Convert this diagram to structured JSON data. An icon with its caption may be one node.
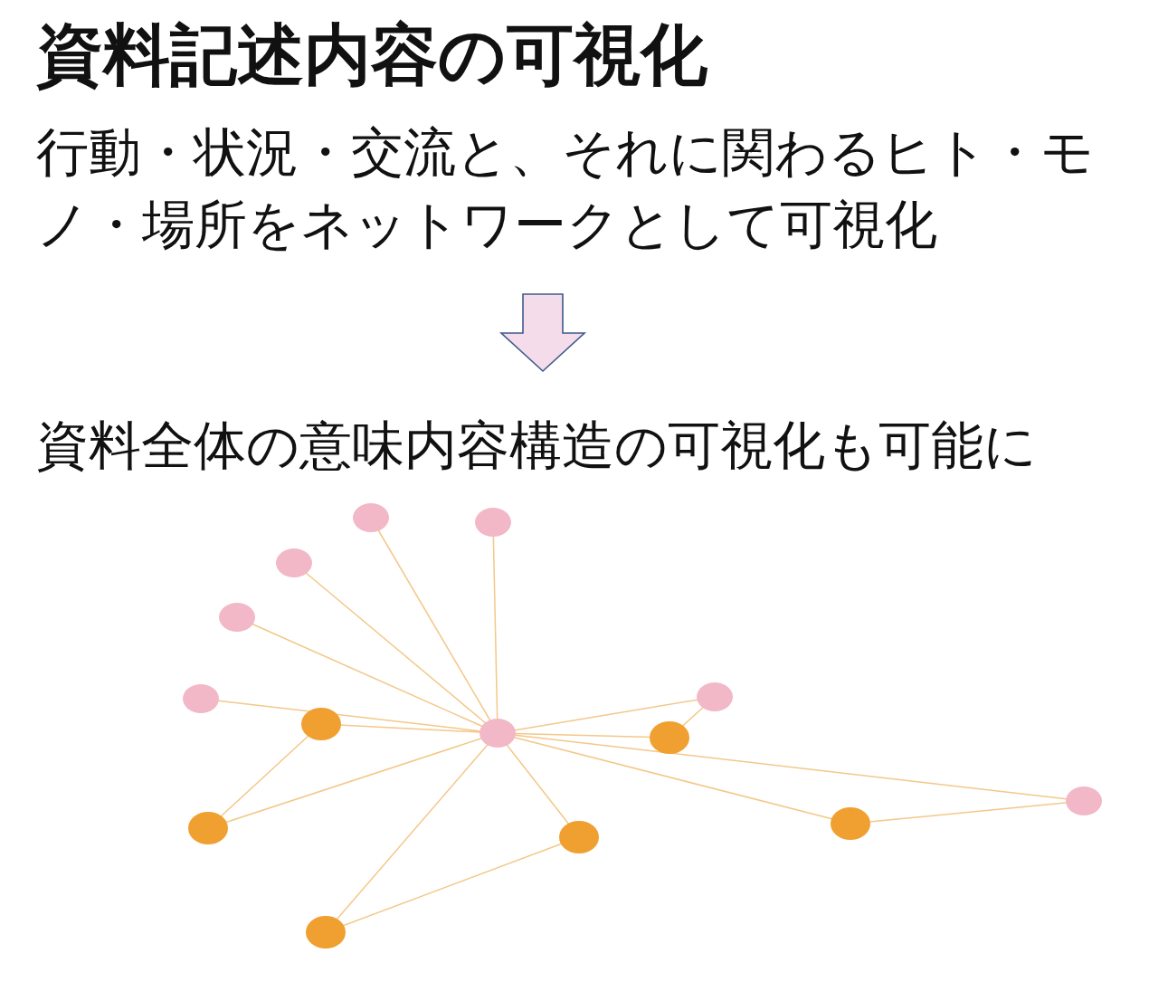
{
  "diagram": {
    "title": "資料記述内容の可視化",
    "nodes": [
      {
        "text": [
          "行動・状況・交流と、それに関わるヒト・モノ・場所をネットワークとして可視化"
        ]
      },
      {
        "text": [
          "資料全体の意味内容構造の可視化も可能に"
        ]
      }
    ],
    "edges": [
      {
        "from": 0,
        "to": 1,
        "arrow": "to"
      }
    ]
  }
}
